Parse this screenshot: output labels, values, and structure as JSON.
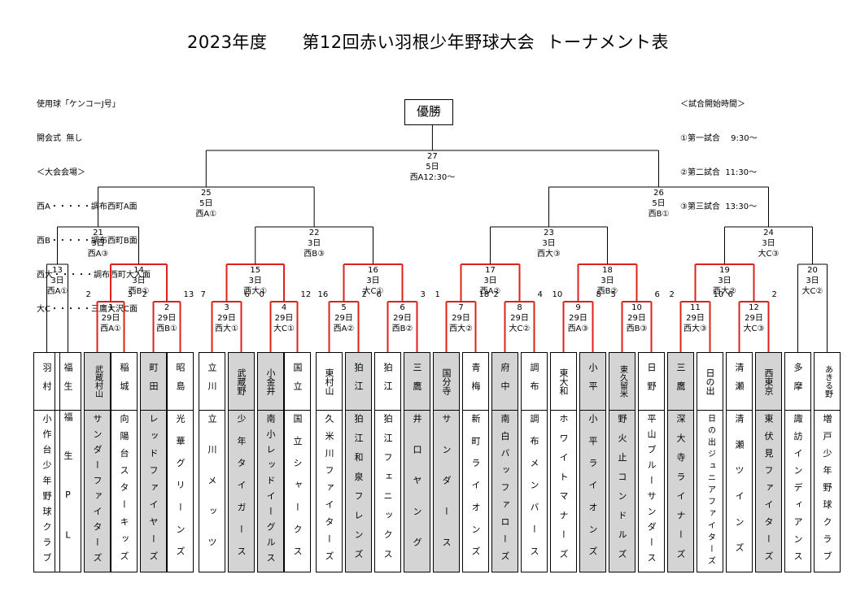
{
  "title": "2023年度　　第12回赤い羽根少年野球大会  トーナメント表",
  "notes_left": [
    "使用球「ケンコーJ号」",
    "開会式  無し",
    "＜大会会場＞",
    "西A・・・・・調布西町A面",
    "西B・・・・・調布西町B面",
    "西大・・・・・調布西町大人面",
    "大C・・・・・三鷹大沢C面"
  ],
  "notes_right": [
    "＜試合開始時間＞",
    "①第一試合　 9:30〜",
    "②第二試合  11:30〜",
    "③第三試合  13:30〜"
  ],
  "champion_label": "優勝",
  "matches": [
    {
      "no": "27",
      "day": "5日",
      "venue": "西A12:30〜"
    },
    {
      "no": "25",
      "day": "5日",
      "venue": "西A①"
    },
    {
      "no": "26",
      "day": "5日",
      "venue": "西B①"
    },
    {
      "no": "21",
      "day": "3日",
      "venue": "西A③"
    },
    {
      "no": "22",
      "day": "3日",
      "venue": "西B③"
    },
    {
      "no": "23",
      "day": "3日",
      "venue": "西大③"
    },
    {
      "no": "24",
      "day": "3日",
      "venue": "大C③"
    },
    {
      "no": "13",
      "day": "3日",
      "venue": "西A①"
    },
    {
      "no": "14",
      "day": "3日",
      "venue": "西B①"
    },
    {
      "no": "15",
      "day": "3日",
      "venue": "西大①"
    },
    {
      "no": "16",
      "day": "3日",
      "venue": "大C①"
    },
    {
      "no": "17",
      "day": "3日",
      "venue": "西A②"
    },
    {
      "no": "18",
      "day": "3日",
      "venue": "西B②"
    },
    {
      "no": "19",
      "day": "3日",
      "venue": "西大②"
    },
    {
      "no": "20",
      "day": "3日",
      "venue": "大C②"
    },
    {
      "no": "1",
      "day": "29日",
      "venue": "西A①"
    },
    {
      "no": "2",
      "day": "29日",
      "venue": "西B①"
    },
    {
      "no": "3",
      "day": "29日",
      "venue": "西大①"
    },
    {
      "no": "4",
      "day": "29日",
      "venue": "大C①"
    },
    {
      "no": "5",
      "day": "29日",
      "venue": "西A②"
    },
    {
      "no": "6",
      "day": "29日",
      "venue": "西B②"
    },
    {
      "no": "7",
      "day": "29日",
      "venue": "西大②"
    },
    {
      "no": "8",
      "day": "29日",
      "venue": "大C②"
    },
    {
      "no": "9",
      "day": "29日",
      "venue": "西A③"
    },
    {
      "no": "10",
      "day": "29日",
      "venue": "西B③"
    },
    {
      "no": "11",
      "day": "29日",
      "venue": "西大③"
    },
    {
      "no": "12",
      "day": "29日",
      "venue": "大C③"
    }
  ],
  "scores": [
    "2",
    "3",
    "2",
    "13",
    "7",
    "6",
    "0",
    "12",
    "16",
    "2",
    "6",
    "3",
    "1",
    "18",
    "2",
    "4",
    "10",
    "8",
    "5",
    "6",
    "2",
    "10",
    "6",
    "2"
  ],
  "teams": [
    {
      "city": "羽村",
      "name": "小作台少年野球クラブ",
      "shaded": false
    },
    {
      "city": "福生",
      "name": "福生PL",
      "shaded": false
    },
    {
      "city": "武蔵村山",
      "name": "サンダーファイターズ",
      "shaded": true
    },
    {
      "city": "稲城",
      "name": "向陽台スターキッズ",
      "shaded": false
    },
    {
      "city": "町田",
      "name": "レッドファイヤーズ",
      "shaded": true
    },
    {
      "city": "昭島",
      "name": "光華グリーンズ",
      "shaded": false
    },
    {
      "city": "立川",
      "name": "立川メッツ",
      "shaded": false
    },
    {
      "city": "武蔵野",
      "name": "少年タイガース",
      "shaded": true
    },
    {
      "city": "小金井",
      "name": "南小レッドイーグルス",
      "shaded": true
    },
    {
      "city": "国立",
      "name": "国立シャークス",
      "shaded": false
    },
    {
      "city": "東村山",
      "name": "久米川ファイターズ",
      "shaded": false
    },
    {
      "city": "狛江",
      "name": "狛江和泉フレンズ",
      "shaded": true
    },
    {
      "city": "狛江",
      "name": "狛江フェニックス",
      "shaded": false
    },
    {
      "city": "三鷹",
      "name": "井口ヤング",
      "shaded": true
    },
    {
      "city": "国分寺",
      "name": "サンダース",
      "shaded": true
    },
    {
      "city": "青梅",
      "name": "新町ライオンズ",
      "shaded": false
    },
    {
      "city": "府中",
      "name": "南白バッファローズ",
      "shaded": true
    },
    {
      "city": "調布",
      "name": "調布メンバース",
      "shaded": false
    },
    {
      "city": "東大和",
      "name": "ホワイトマナーズ",
      "shaded": false
    },
    {
      "city": "小平",
      "name": "小平ライオンズ",
      "shaded": true
    },
    {
      "city": "東久留米",
      "name": "野火止コンドルズ",
      "shaded": true
    },
    {
      "city": "日野",
      "name": "平山ブルーサンダース",
      "shaded": false
    },
    {
      "city": "三鷹",
      "name": "深大寺ライナーズ",
      "shaded": true
    },
    {
      "city": "日の出",
      "name": "日の出ジュニアファイターズ",
      "shaded": false
    },
    {
      "city": "清瀬",
      "name": "清瀬ツインズ",
      "shaded": false
    },
    {
      "city": "西東京",
      "name": "東伏見ファイターズ",
      "shaded": true
    },
    {
      "city": "多摩",
      "name": "諏訪インディアンス",
      "shaded": false
    },
    {
      "city": "あきる野",
      "name": "増戸少年野球クラブ",
      "shaded": false
    }
  ]
}
